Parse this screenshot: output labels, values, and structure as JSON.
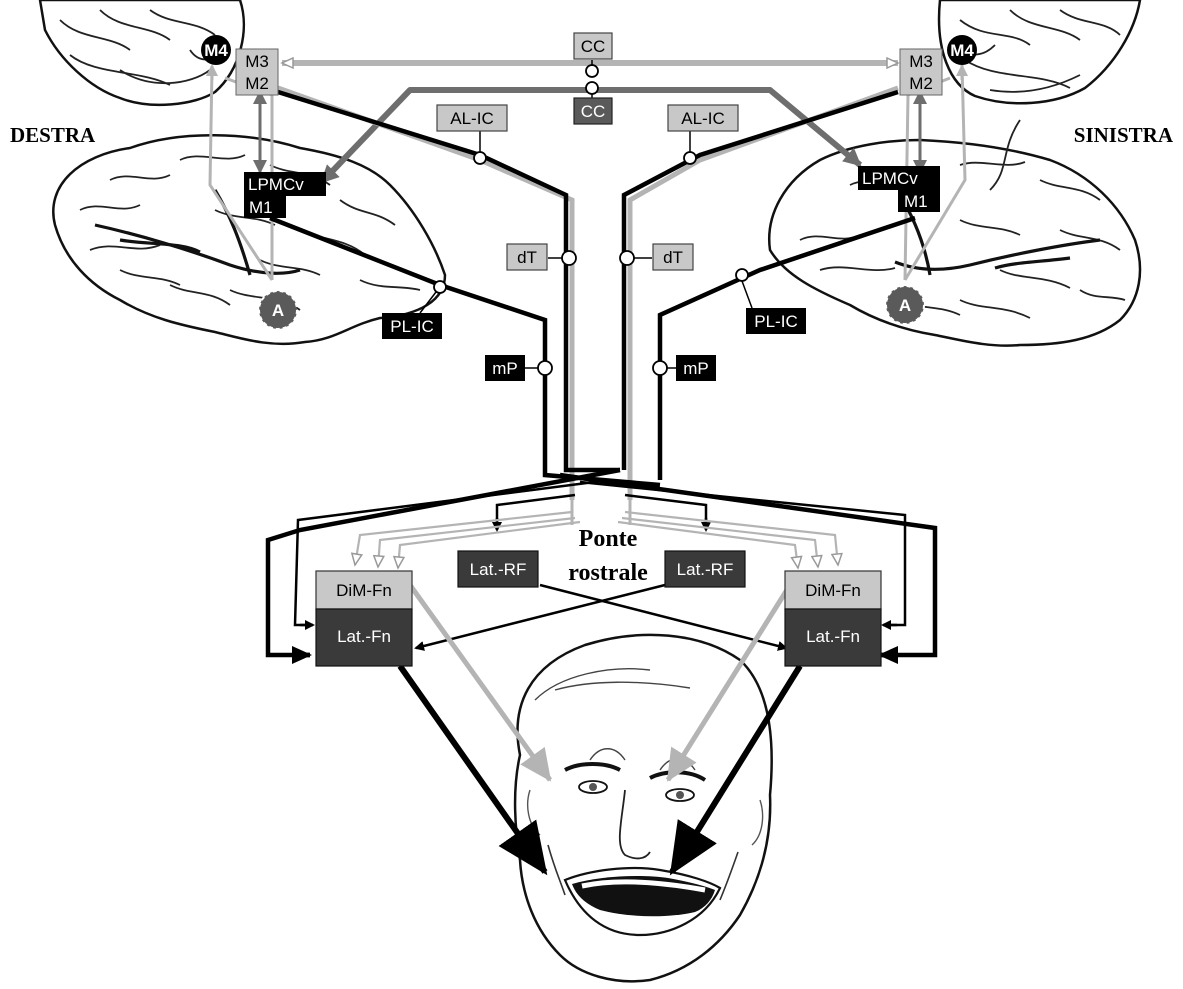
{
  "sides": {
    "right_hemisphere": "DESTRA",
    "left_hemisphere": "SINISTRA"
  },
  "pons_label": [
    "Ponte",
    "rostrale"
  ],
  "cortex": {
    "m4": "M4",
    "m3": "M3",
    "m2": "M2",
    "lpmcv": "LPMCv",
    "m1": "M1",
    "amygdala": "A"
  },
  "tracts": {
    "cc": "CC",
    "al_ic": "AL-IC",
    "pl_ic": "PL-IC",
    "dt": "dT",
    "mp": "mP"
  },
  "nuclei": {
    "dim_fn": "DiM-Fn",
    "lat_fn": "Lat.-Fn",
    "lat_rf": "Lat.-RF"
  },
  "colors": {
    "black_label": "#000000",
    "dark_label": "#3a3a3a",
    "mid_gray_label": "#5a5a5a",
    "light_gray_label": "#c8c8c8",
    "light_pathway": "#b4b4b4",
    "mid_pathway": "#6e6e6e",
    "dark_pathway": "#000000"
  },
  "icons": [
    "brain-illustration",
    "face-illustration",
    "arrow-head"
  ]
}
